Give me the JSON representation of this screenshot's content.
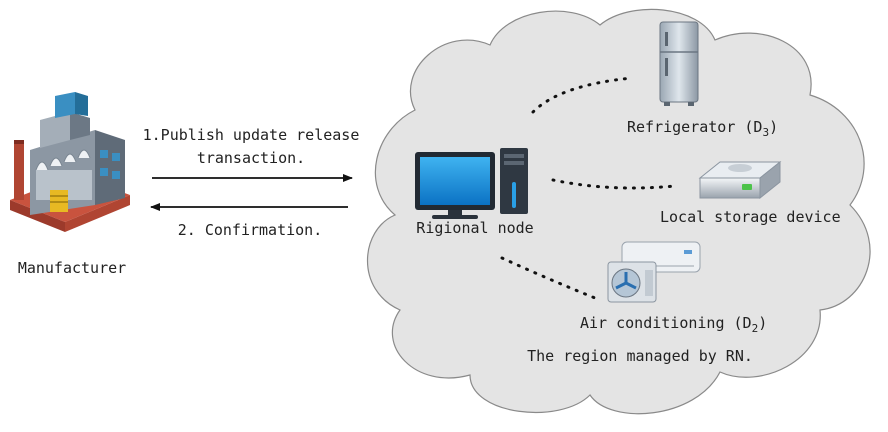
{
  "manufacturer": {
    "label": "Manufacturer",
    "icon": "factory-icon"
  },
  "arrows": {
    "publish_line1": "1.Publish update release",
    "publish_line2": "transaction.",
    "confirm": "2. Confirmation."
  },
  "region": {
    "node_label": "Rigional node",
    "node_icon": "desktop-computer-icon",
    "caption": "The region managed by RN.",
    "cloud_color": "#e4e4e4"
  },
  "devices": {
    "refrigerator": {
      "label": "Refrigerator (D",
      "sub": "3",
      "close": ")",
      "icon": "refrigerator-icon"
    },
    "storage": {
      "label": "Local storage device",
      "icon": "hard-drive-icon"
    },
    "aircon": {
      "label": "Air conditioning (D",
      "sub": "2",
      "close": ")",
      "icon": "air-conditioner-icon"
    }
  }
}
